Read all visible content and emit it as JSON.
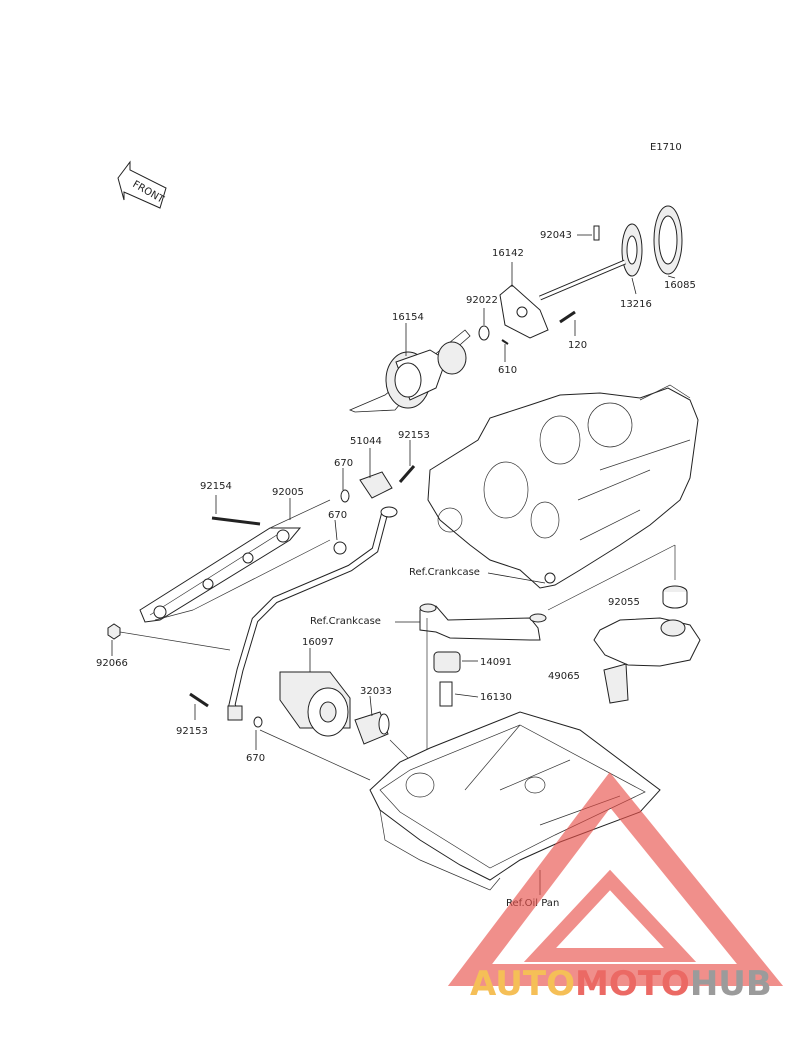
{
  "diagram_code": "E1710",
  "front_label": "FRONT",
  "part_labels": {
    "p92043": "92043",
    "p16142": "16142",
    "p13216": "13216",
    "p16085": "16085",
    "p92022": "92022",
    "p16154": "16154",
    "p120": "120",
    "p610": "610",
    "p51044": "51044",
    "p92153a": "92153",
    "p670a": "670",
    "p92154": "92154",
    "p92005": "92005",
    "p670b": "670",
    "p92066": "92066",
    "ref_crankcase_a": "Ref.Crankcase",
    "ref_crankcase_b": "Ref.Crankcase",
    "p92055": "92055",
    "p16097": "16097",
    "p14091": "14091",
    "p49065": "49065",
    "p32033": "32033",
    "p16130": "16130",
    "p92153b": "92153",
    "p670c": "670",
    "ref_oil_pan": "Ref.Oil Pan"
  },
  "watermark": {
    "part1": "AUTO",
    "part2": "MOTO",
    "part3": "HUB",
    "colors": {
      "auto": "#f4b43a",
      "moto": "#e8504a",
      "hub": "#8a8a8a",
      "triangle": "#e8504a"
    }
  }
}
